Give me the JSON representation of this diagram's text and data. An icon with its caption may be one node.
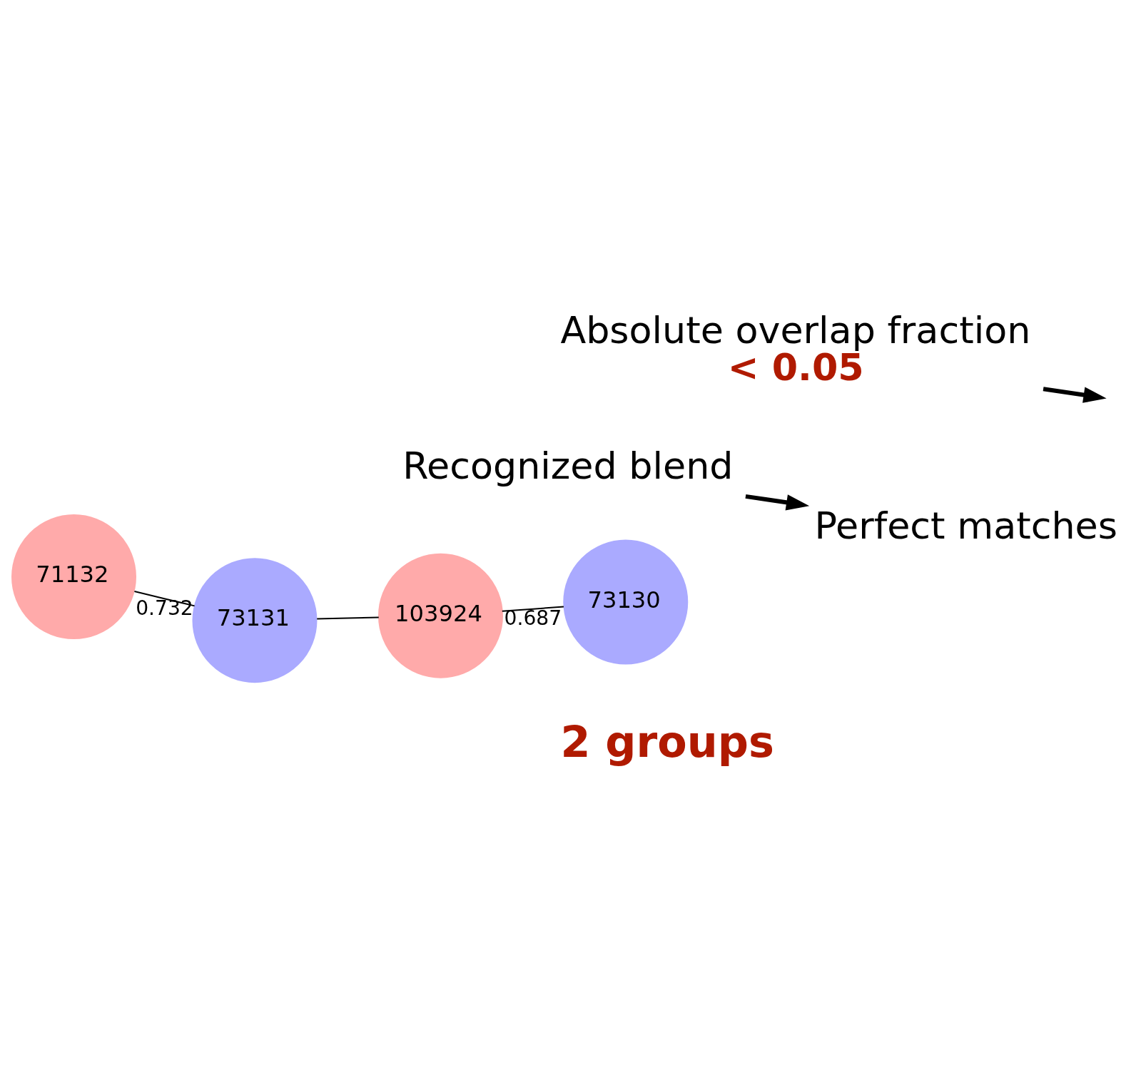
{
  "diagram": {
    "nodes": [
      {
        "text": [
          "103924"
        ]
      },
      {
        "text": [
          "73130"
        ]
      },
      {
        "text": [
          "73131"
        ]
      },
      {
        "text": [
          "71132"
        ]
      },
      {
        "text": [
          "Recognized blend"
        ]
      },
      {
        "text": [
          "Perfect matches"
        ]
      },
      {
        "text": [
          "Absolute overlap fraction",
          "< 0.05"
        ]
      }
    ],
    "edges": [
      {
        "from": 0,
        "to": 1,
        "arrow": "none",
        "label": "0.687"
      },
      {
        "from": 0,
        "to": 2,
        "arrow": "none"
      },
      {
        "from": 2,
        "to": 3,
        "arrow": "none",
        "label": "0.732"
      },
      {
        "from": 4,
        "to": 5,
        "arrow": "to",
        "style": "thick"
      },
      {
        "from": 6,
        "to": null,
        "arrow": "to",
        "style": "thick"
      }
    ],
    "labels": [
      "2 groups"
    ]
  }
}
